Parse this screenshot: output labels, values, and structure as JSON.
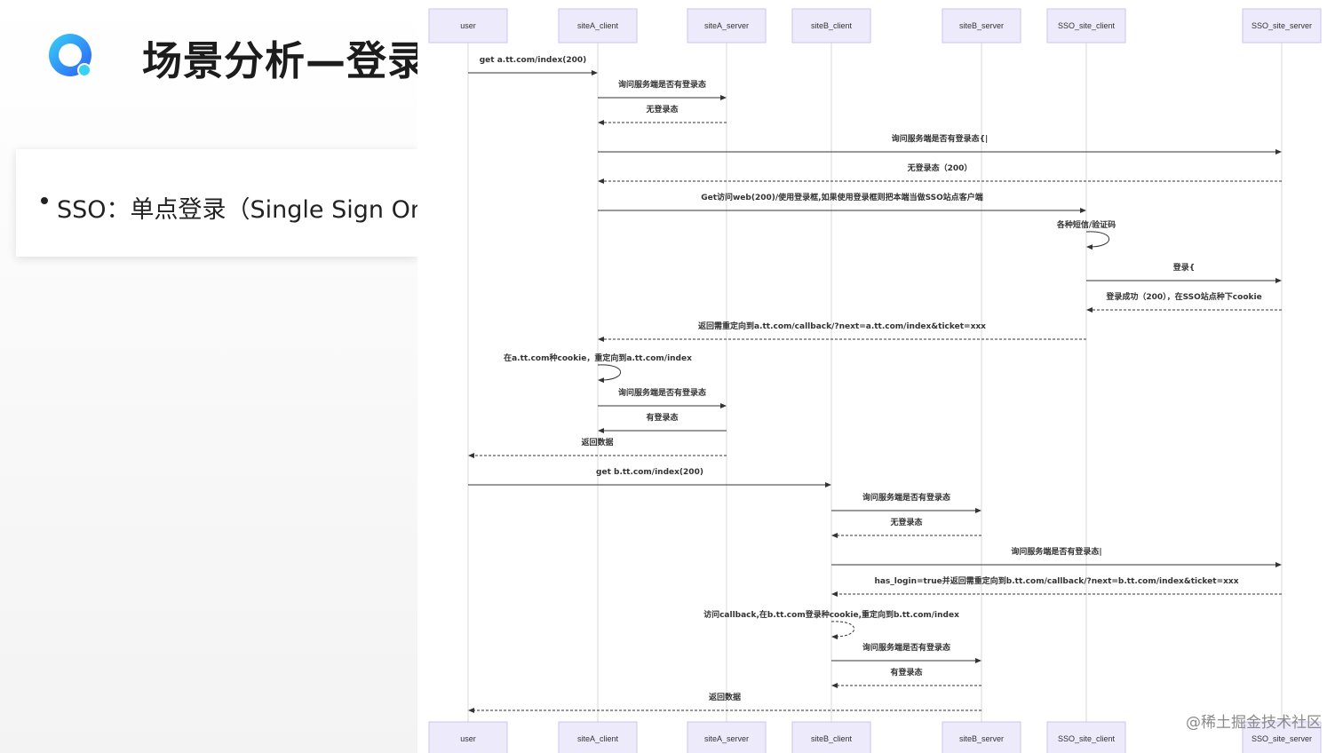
{
  "slide": {
    "title": "场景分析—登录",
    "bullet": "SSO：单点登录（Single Sign On"
  },
  "diagram": {
    "participants": [
      {
        "id": "user",
        "label": "user"
      },
      {
        "id": "siteA_client",
        "label": "siteA_client"
      },
      {
        "id": "siteA_server",
        "label": "siteA_server"
      },
      {
        "id": "siteB_client",
        "label": "siteB_client"
      },
      {
        "id": "siteB_server",
        "label": "siteB_server"
      },
      {
        "id": "SSO_site_client",
        "label": "SSO_site_client"
      },
      {
        "id": "SSO_site_server",
        "label": "SSO_site_server"
      }
    ],
    "messages": [
      {
        "from": "user",
        "to": "siteA_client",
        "label": "get a.tt.com/index(200)",
        "style": "solid"
      },
      {
        "from": "siteA_client",
        "to": "siteA_server",
        "label": "询问服务端是否有登录态",
        "style": "solid"
      },
      {
        "from": "siteA_server",
        "to": "siteA_client",
        "label": "无登录态",
        "style": "dashed"
      },
      {
        "from": "siteA_client",
        "to": "SSO_site_server",
        "label": "询问服务端是否有登录态{|",
        "style": "solid"
      },
      {
        "from": "SSO_site_server",
        "to": "siteA_client",
        "label": "无登录态（200）",
        "style": "dashed"
      },
      {
        "from": "siteA_client",
        "to": "SSO_site_client",
        "label": "Get访问web(200)/使用登录框,如果使用登录框则把本端当做SSO站点客户端",
        "style": "solid"
      },
      {
        "from": "SSO_site_client",
        "to": "SSO_site_client",
        "label": "各种短信/验证码",
        "style": "solid"
      },
      {
        "from": "SSO_site_client",
        "to": "SSO_site_server",
        "label": "登录{",
        "style": "solid"
      },
      {
        "from": "SSO_site_server",
        "to": "SSO_site_client",
        "label": "登录成功（200），在SSO站点种下cookie",
        "style": "dashed"
      },
      {
        "from": "SSO_site_client",
        "to": "siteA_client",
        "label": "返回需重定向到a.tt.com/callback/?next=a.tt.com/index&ticket=xxx",
        "style": "dashed"
      },
      {
        "from": "siteA_client",
        "to": "siteA_client",
        "label": "在a.tt.com种cookie，重定向到a.tt.com/index",
        "style": "solid"
      },
      {
        "from": "siteA_client",
        "to": "siteA_server",
        "label": "询问服务端是否有登录态",
        "style": "solid"
      },
      {
        "from": "siteA_server",
        "to": "siteA_client",
        "label": "有登录态",
        "style": "solid"
      },
      {
        "from": "siteA_server",
        "to": "user",
        "label": "返回数据",
        "style": "dashed"
      },
      {
        "from": "user",
        "to": "siteB_client",
        "label": "get b.tt.com/index(200)",
        "style": "solid"
      },
      {
        "from": "siteB_client",
        "to": "siteB_server",
        "label": "询问服务端是否有登录态",
        "style": "solid"
      },
      {
        "from": "siteB_server",
        "to": "siteB_client",
        "label": "无登录态",
        "style": "dashed"
      },
      {
        "from": "siteB_client",
        "to": "SSO_site_server",
        "label": "询问服务端是否有登录态|",
        "style": "solid"
      },
      {
        "from": "SSO_site_server",
        "to": "siteB_client",
        "label": "has_login=true并返回需重定向到b.tt.com/callback/?next=b.tt.com/index&ticket=xxx",
        "style": "dashed"
      },
      {
        "from": "siteB_client",
        "to": "siteB_client",
        "label": "访问callback,在b.tt.com登录种cookie,重定向到b.tt.com/index",
        "style": "dashed"
      },
      {
        "from": "siteB_client",
        "to": "siteB_server",
        "label": "询问服务端是否有登录态",
        "style": "solid"
      },
      {
        "from": "siteB_server",
        "to": "siteB_client",
        "label": "有登录态",
        "style": "dashed"
      },
      {
        "from": "siteB_server",
        "to": "user",
        "label": "返回数据",
        "style": "dashed"
      }
    ]
  },
  "watermark": "@稀土掘金技术社区",
  "colors": {
    "participant_fill": "#eceafb",
    "participant_stroke": "#c9c6ec",
    "logo_blue": "#2f7cf6",
    "logo_cyan": "#37d3f5"
  },
  "icons": {
    "logo": "logo-icon"
  }
}
